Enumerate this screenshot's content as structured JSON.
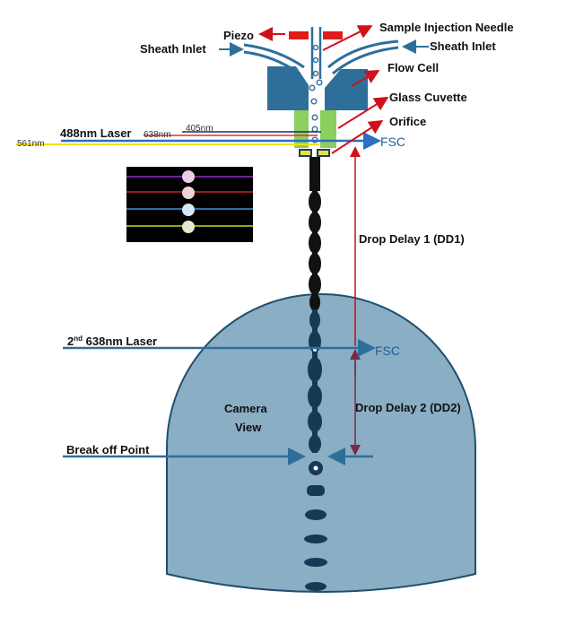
{
  "diagram": {
    "title": "Cell sorter droplet stream schematic",
    "labels": {
      "piezo": "Piezo",
      "sample_injection_needle": "Sample Injection Needle",
      "sheath_inlet_left": "Sheath Inlet",
      "sheath_inlet_right": "Sheath Inlet",
      "flow_cell": "Flow Cell",
      "glass_cuvette": "Glass Cuvette",
      "orifice": "Orifice",
      "laser_488": "488nm Laser",
      "laser_638": "638nm",
      "laser_405": "405nm",
      "laser_561": "561nm",
      "fsc_top": "FSC",
      "drop_delay_1": "Drop Delay 1 (DD1)",
      "second_laser_prefix": "2",
      "second_laser_sup": "nd",
      "second_laser_suffix": " 638nm Laser",
      "fsc_bottom": "FSC",
      "camera_view_line1": "Camera",
      "camera_view_line2": "View",
      "drop_delay_2": "Drop Delay 2 (DD2)",
      "break_off_point": "Break off Point"
    },
    "colors": {
      "flow_cell": "#2e6f9a",
      "cuvette": "#8ccf5e",
      "piezo": "#e01b1b",
      "laser_405": "#1b2a6b",
      "laser_638": "#e03030",
      "laser_488": "#2a6fc0",
      "laser_561": "#f2e000",
      "camera_circle": "#8aaec4",
      "stream": "#111111",
      "stream_in_view": "#163a55",
      "arrow_red": "#c0101a",
      "dd_arrow": "#6b2a4a"
    }
  }
}
